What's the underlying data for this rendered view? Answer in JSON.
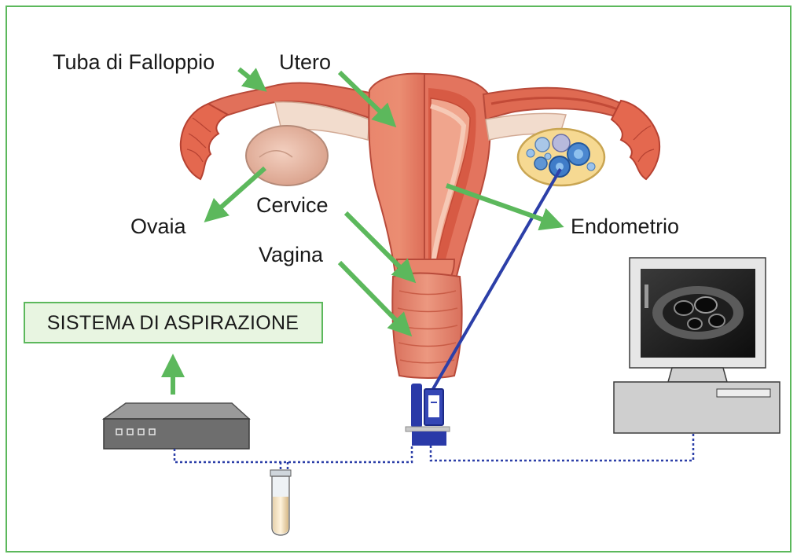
{
  "labels": {
    "tuba": "Tuba di Falloppio",
    "utero": "Utero",
    "ovaia": "Ovaia",
    "cervice": "Cervice",
    "vagina": "Vagina",
    "endometrio": "Endometrio",
    "sistema": "SISTEMA DI ASPIRAZIONE"
  },
  "colors": {
    "border": "#5cb85c",
    "arrow": "#5cb85c",
    "label_box_fill": "#e8f5e1",
    "probe_line": "#2c3fa8",
    "tissue": "#e87a62",
    "tissue_dark": "#c94b3a"
  },
  "devices": {
    "aspiration_pump_icon": "aspiration-pump-icon",
    "monitor_icon": "ultrasound-monitor-icon",
    "probe_icon": "transvaginal-probe-icon",
    "tube_icon": "collection-tube-icon"
  }
}
